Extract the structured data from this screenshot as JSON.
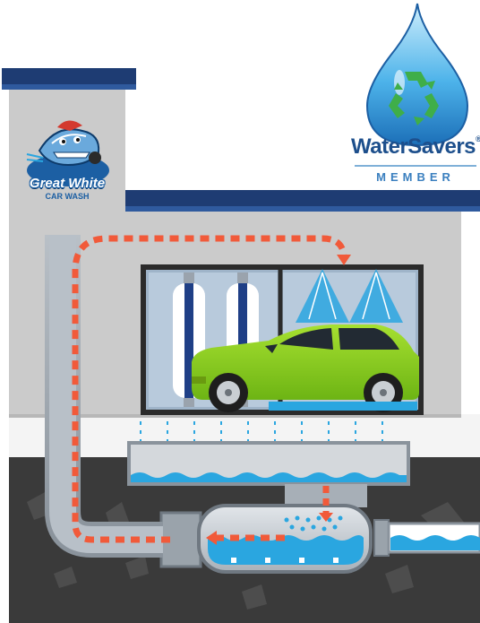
{
  "logos": {
    "car_wash": {
      "name": "Great White",
      "subtitle": "CAR WASH"
    },
    "water_savers": {
      "name": "WaterSavers",
      "mark": "®",
      "member": "MEMBER"
    }
  },
  "colors": {
    "building": "#cbcbcb",
    "roof": "#1e3c73",
    "ground": "#3a3a3a",
    "water": "#2aa6e0",
    "flow_arrows": "#f15a3a",
    "car": "#8ed11d",
    "brand_blue": "#1d4f8c"
  },
  "icons": [
    "shark-mascot-logo",
    "water-drop-icon",
    "recycle-icon",
    "car-icon",
    "brush-icon",
    "spray-nozzle-icon",
    "arrow-icon"
  ]
}
